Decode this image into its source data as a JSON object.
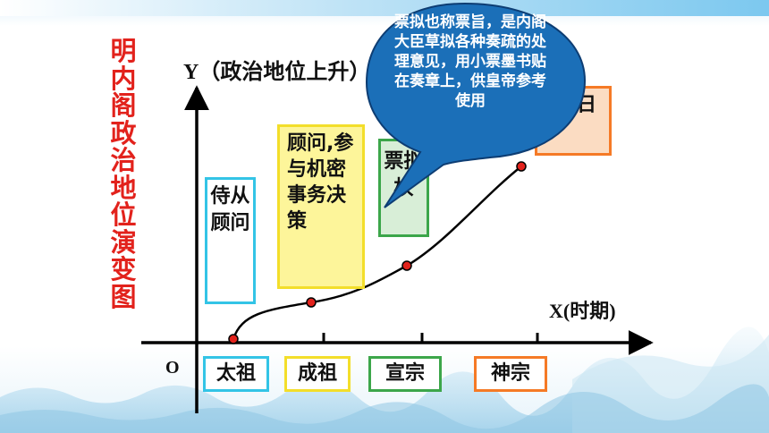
{
  "title_vertical": "明内阁政治地位演变图",
  "axes": {
    "y_label": "Y（政治地位上升）",
    "x_label": "X(时期)",
    "origin_label": "O"
  },
  "stages": [
    {
      "text": "侍从顾问",
      "color": "#33c4e6"
    },
    {
      "text": "顾问,参与机密事务决策",
      "color": "#f3de2a"
    },
    {
      "text": "票拟权",
      "color": "#3ca64a"
    },
    {
      "text": "日",
      "color": "#f57a26"
    }
  ],
  "eras": [
    {
      "label": "太祖",
      "color": "#33c4e6"
    },
    {
      "label": "成祖",
      "color": "#f3de2a"
    },
    {
      "label": "宣宗",
      "color": "#3ca64a"
    },
    {
      "label": "神宗",
      "color": "#f57a26"
    }
  ],
  "callout": {
    "text": "票拟也称票旨，是内阁大臣草拟各种奏疏的处理意见，用小票墨书贴在奏章上，供皇帝参考使用",
    "color": "#1b6fb8"
  },
  "curve_color": "#e2221c"
}
